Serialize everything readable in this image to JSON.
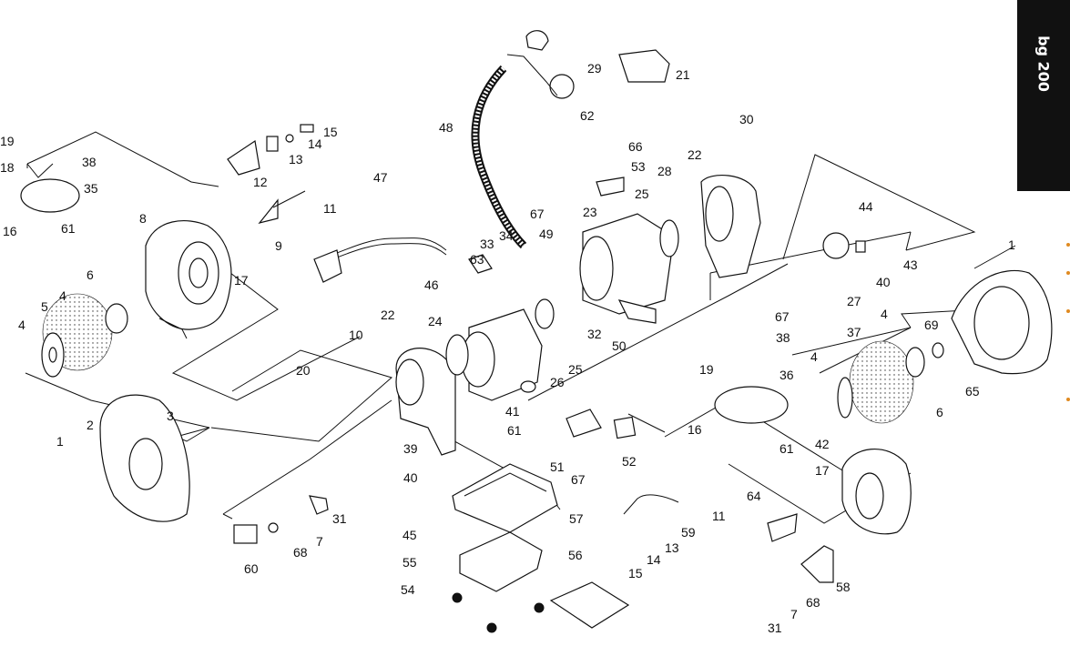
{
  "header": {
    "model_badge": "bg 200"
  },
  "callouts": {
    "c1a": "1",
    "c1b": "1",
    "c2": "2",
    "c3": "3",
    "c4a": "4",
    "c4b": "4",
    "c4c": "4",
    "c4d": "4",
    "c5": "5",
    "c6a": "6",
    "c6b": "6",
    "c7a": "7",
    "c7b": "7",
    "c8": "8",
    "c9": "9",
    "c10": "10",
    "c11a": "11",
    "c11b": "11",
    "c12": "12",
    "c13a": "13",
    "c13b": "13",
    "c14a": "14",
    "c14b": "14",
    "c15a": "15",
    "c15b": "15",
    "c16a": "16",
    "c16b": "16",
    "c17a": "17",
    "c17b": "17",
    "c18": "18",
    "c19a": "19",
    "c19b": "19",
    "c20": "20",
    "c21": "21",
    "c22a": "22",
    "c22b": "22",
    "c23": "23",
    "c24": "24",
    "c25a": "25",
    "c25b": "25",
    "c26": "26",
    "c27": "27",
    "c28": "28",
    "c29": "29",
    "c30": "30",
    "c31a": "31",
    "c31b": "31",
    "c32": "32",
    "c33": "33",
    "c34": "34",
    "c35": "35",
    "c36": "36",
    "c37": "37",
    "c38a": "38",
    "c38b": "38",
    "c39": "39",
    "c40a": "40",
    "c40b": "40",
    "c41": "41",
    "c42": "42",
    "c43": "43",
    "c44": "44",
    "c45": "45",
    "c46": "46",
    "c47": "47",
    "c48": "48",
    "c49": "49",
    "c50": "50",
    "c51": "51",
    "c52": "52",
    "c53": "53",
    "c54": "54",
    "c55": "55",
    "c56": "56",
    "c57": "57",
    "c58": "58",
    "c59": "59",
    "c60": "60",
    "c61a": "61",
    "c61b": "61",
    "c61c": "61",
    "c62": "62",
    "c63": "63",
    "c64": "64",
    "c65": "65",
    "c66": "66",
    "c67a": "67",
    "c67b": "67",
    "c67c": "67",
    "c68a": "68",
    "c68b": "68",
    "c69": "69"
  },
  "colors": {
    "ink": "#111111",
    "badge_bg": "#111111",
    "badge_text": "#ffffff",
    "edge_marker": "#e08a20"
  }
}
